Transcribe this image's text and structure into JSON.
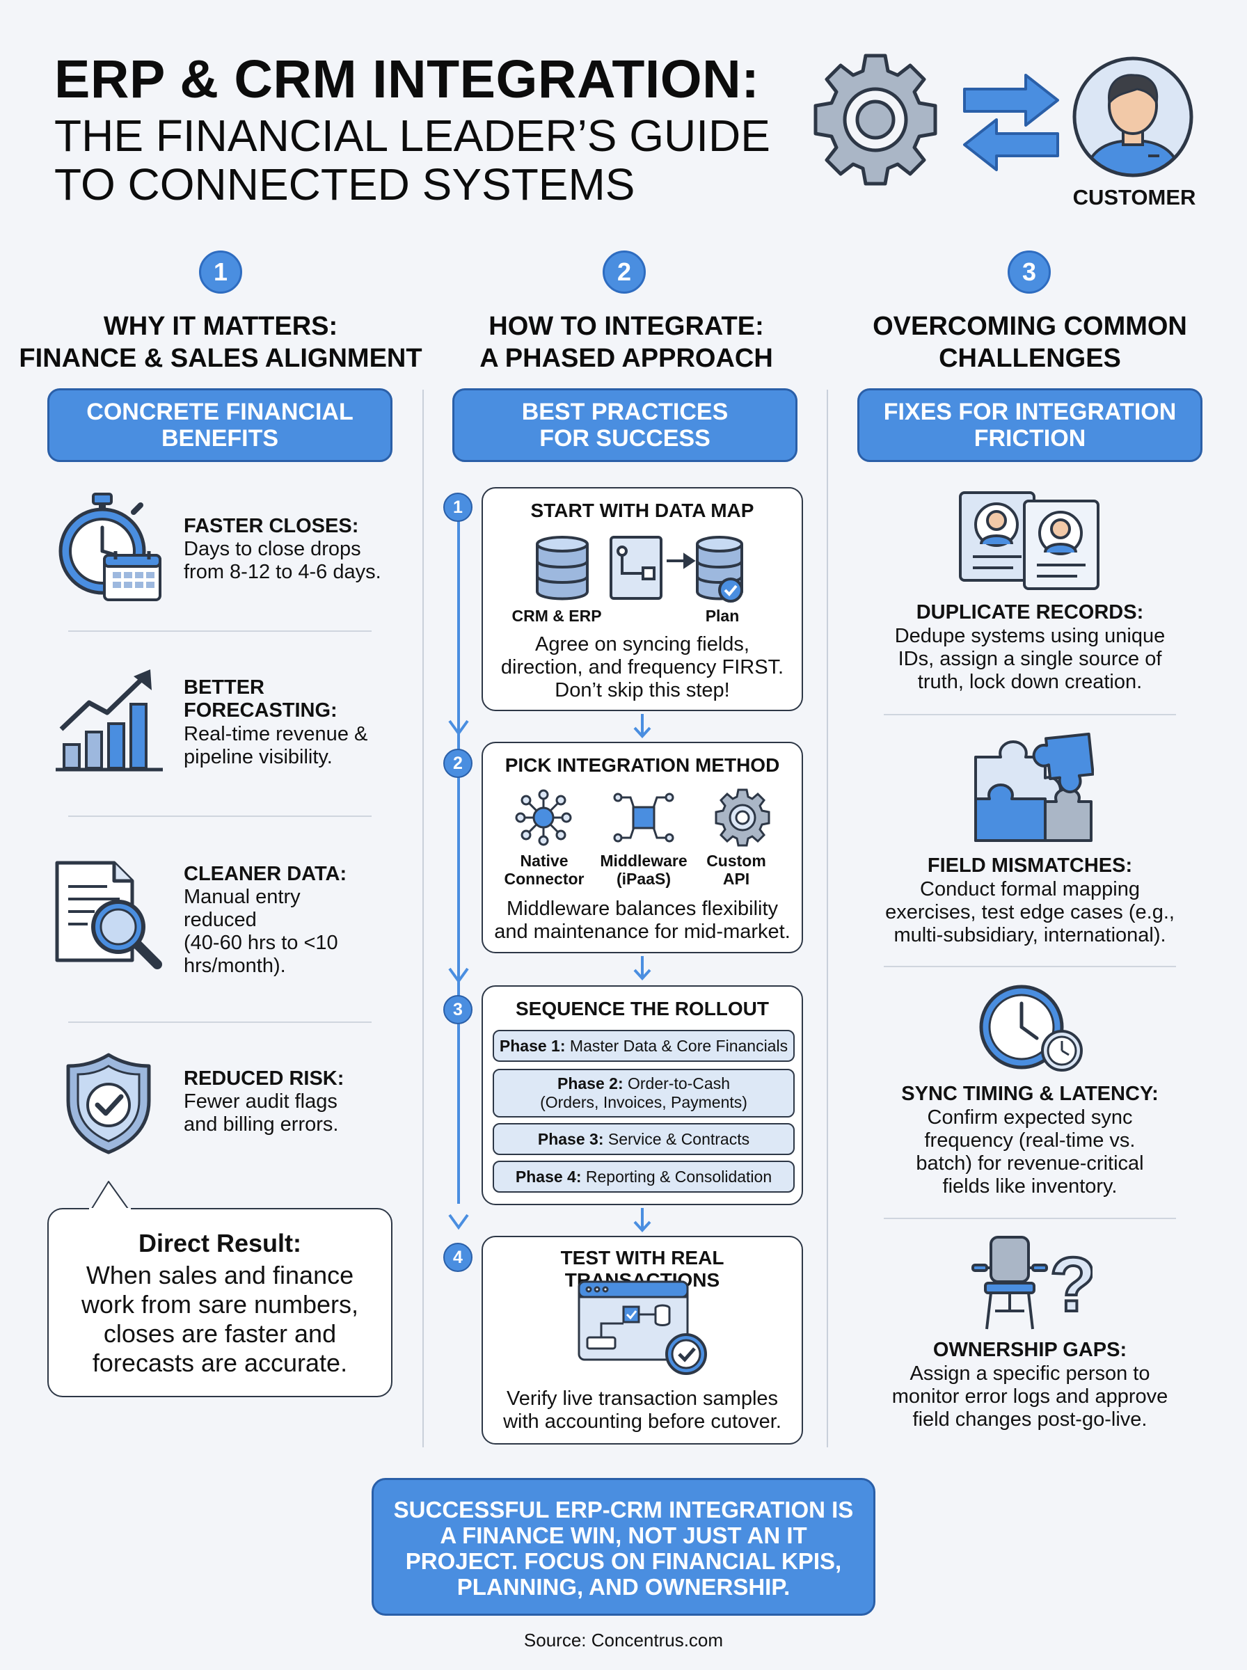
{
  "header": {
    "title": "ERP & CRM INTEGRATION:",
    "subtitle": "THE FINANCIAL LEADER’S GUIDE TO CONNECTED SYSTEMS",
    "customer_label": "CUSTOMER"
  },
  "columns": [
    {
      "number": "1",
      "heading": "WHY IT MATTERS:\nFINANCE & SALES ALIGNMENT",
      "box": "CONCRETE FINANCIAL\nBENEFITS",
      "items": [
        {
          "title": "FASTER CLOSES:",
          "desc": "Days to close drops\nfrom 8-12 to 4-6 days.",
          "icon": "stopwatch-calendar-icon"
        },
        {
          "title": "BETTER\nFORECASTING:",
          "desc": "Real-time revenue &\npipeline visibility.",
          "icon": "growth-chart-icon"
        },
        {
          "title": "CLEANER DATA:",
          "desc": "Manual entry\nreduced\n(40-60 hrs to <10\nhrs/month).",
          "icon": "document-magnifier-icon"
        },
        {
          "title": "REDUCED RISK:",
          "desc": "Fewer audit flags\nand billing errors.",
          "icon": "shield-check-icon"
        }
      ],
      "result_title": "Direct Result:",
      "result_text": "When sales and finance\nwork from sare numbers,\ncloses are faster and\nforecasts are accurate."
    },
    {
      "number": "2",
      "heading": "HOW TO INTEGRATE:\nA PHASED APPROACH",
      "box": "BEST PRACTICES\nFOR SUCCESS",
      "steps": [
        {
          "n": "1",
          "title": "START WITH DATA MAP",
          "labels": [
            "CRM & ERP",
            "Plan"
          ],
          "desc": "Agree on syncing fields,\ndirection, and frequency FIRST.\nDon’t skip this step!"
        },
        {
          "n": "2",
          "title": "PICK INTEGRATION METHOD",
          "labels": [
            "Native\nConnector",
            "Middleware\n(iPaaS)",
            "Custom\nAPI"
          ],
          "desc": "Middleware balances flexibility\nand maintenance for mid-market."
        },
        {
          "n": "3",
          "title": "SEQUENCE THE ROLLOUT",
          "phases": [
            {
              "label": "Phase 1:",
              "text": "Master Data & Core Financials",
              "text2": ""
            },
            {
              "label": "Phase 2:",
              "text": "Order-to-Cash",
              "text2": "(Orders, Invoices, Payments)"
            },
            {
              "label": "Phase 3:",
              "text": "Service & Contracts",
              "text2": ""
            },
            {
              "label": "Phase 4:",
              "text": "Reporting & Consolidation",
              "text2": ""
            }
          ]
        },
        {
          "n": "4",
          "title": "TEST WITH REAL TRANSACTIONS",
          "desc": "Verify live transaction samples\nwith accounting before cutover."
        }
      ]
    },
    {
      "number": "3",
      "heading": "OVERCOMING COMMON\nCHALLENGES",
      "box": "FIXES FOR INTEGRATION\nFRICTION",
      "items": [
        {
          "title": "DUPLICATE RECORDS:",
          "desc": "Dedupe systems using unique\nIDs, assign a single source of\ntruth, lock down creation.",
          "icon": "duplicate-profiles-icon"
        },
        {
          "title": "FIELD MISMATCHES:",
          "desc": "Conduct formal mapping\nexercises, test edge cases (e.g.,\nmulti-subsidiary, international).",
          "icon": "puzzle-icon"
        },
        {
          "title": "SYNC TIMING & LATENCY:",
          "desc": "Confirm expected sync\nfrequency (real-time vs.\nbatch) for revenue-critical\nfields like inventory.",
          "icon": "clock-icon"
        },
        {
          "title": "OWNERSHIP GAPS:",
          "desc": "Assign a specific person to\nmonitor error logs and approve\nfield changes post-go-live.",
          "icon": "empty-chair-question-icon"
        }
      ]
    }
  ],
  "footer": {
    "message": "SUCCESSFUL ERP-CRM INTEGRATION IS\nA FINANCE WIN, NOT JUST AN IT\nPROJECT. FOCUS ON FINANCIAL KPIS,\nPLANNING, AND OWNERSHIP.",
    "source": "Source: Concentrus.com"
  },
  "colors": {
    "accent": "#4a8ee0",
    "accent_dark": "#2a5fa8",
    "icon_fill": "#dbe6f5",
    "line": "#2d3746"
  }
}
